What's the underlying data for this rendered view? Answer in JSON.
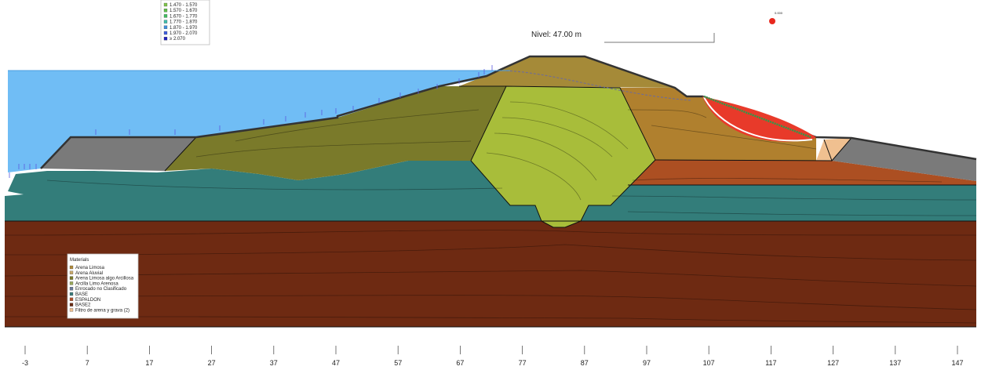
{
  "fs_legend": {
    "entries": [
      {
        "label": "1.470 - 1.570",
        "color": "#7fc64a"
      },
      {
        "label": "1.570 - 1.670",
        "color": "#5fc04a"
      },
      {
        "label": "1.670 - 1.770",
        "color": "#3fbf5f"
      },
      {
        "label": "1.770 - 1.870",
        "color": "#3fbfaf"
      },
      {
        "label": "1.870 - 1.970",
        "color": "#3f8fdf"
      },
      {
        "label": "1.970 - 2.070",
        "color": "#3f5fdf"
      },
      {
        "label": "≥ 2.070",
        "color": "#1f1fbf"
      }
    ]
  },
  "water_level": {
    "label": "Nivel: 47.00 m"
  },
  "center_point_label": "0.000",
  "materials_legend": {
    "title": "Materials",
    "entries": [
      {
        "label": "Arena Limosa",
        "color": "#b08a3a"
      },
      {
        "label": "Arena Aluvial",
        "color": "#c8a86a"
      },
      {
        "label": "Arena Limosa algo Arcillosa",
        "color": "#7a7a2a"
      },
      {
        "label": "Arcilla Limo Arenosa",
        "color": "#9aa85a"
      },
      {
        "label": "Enrocado no Clasificado",
        "color": "#6a7a9a"
      },
      {
        "label": "BASE",
        "color": "#3a7a7a"
      },
      {
        "label": "ESPALDON",
        "color": "#b0502a"
      },
      {
        "label": "BASE2",
        "color": "#6a2a12"
      },
      {
        "label": "Filtro de arena y grava (2)",
        "color": "#f0c090"
      }
    ]
  },
  "x_axis": {
    "ticks": [
      "-3",
      "7",
      "17",
      "27",
      "37",
      "47",
      "57",
      "67",
      "77",
      "87",
      "97",
      "107",
      "117",
      "127",
      "137",
      "147"
    ]
  },
  "colors": {
    "water": "#70bdf5",
    "base2": "#6e2a12",
    "base": "#337d7a",
    "espaldon": "#ac4f22",
    "core": "#a8bd3a",
    "olive": "#7a7a2a",
    "crest": "#a58a38",
    "downstream_shell": "#b0802e",
    "riprap": "#7a7a7a",
    "filter": "#f0c090",
    "slip": "#e83a2a",
    "point": "#e8281e"
  }
}
